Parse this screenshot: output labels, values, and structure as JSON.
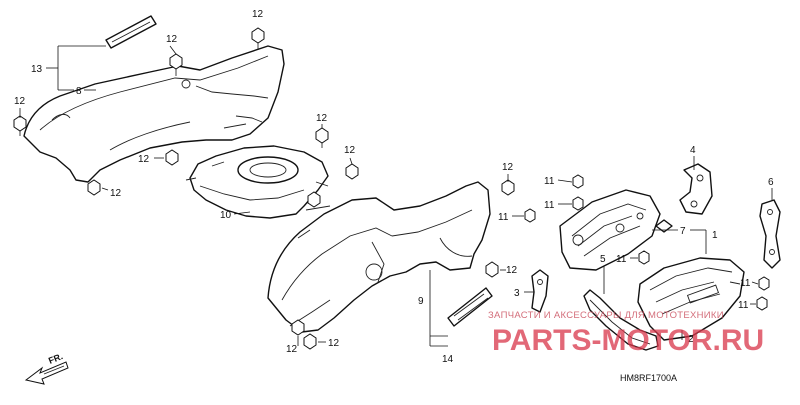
{
  "diagram": {
    "callouts": {
      "c13": "13",
      "c8": "8",
      "c12_top": "12",
      "c12_a": "12",
      "c12_left": "12",
      "c12_b": "12",
      "c12_c": "12",
      "c12_d": "12",
      "c12_e": "12",
      "c12_f": "12",
      "c12_g": "12",
      "c12_h": "12",
      "c12_bl": "12",
      "c12_bm": "12",
      "c10": "10",
      "c9": "9",
      "c14": "14",
      "c3": "3",
      "c11_a": "11",
      "c11_b": "11",
      "c11_c": "11",
      "c11_d": "11",
      "c11_e": "11",
      "c11_f": "11",
      "c4": "4",
      "c7": "7",
      "c1": "1",
      "c6": "6",
      "c5": "5",
      "c2": "2"
    },
    "front_label": "FR.",
    "diagram_code": "HM8RF1700A",
    "watermark": {
      "main": "PARTS-MOTOR.RU",
      "sub": "ЗАПЧАСТИ И АКСЕССУАРЫ ДЛЯ МОТОТЕХНИКИ"
    }
  }
}
